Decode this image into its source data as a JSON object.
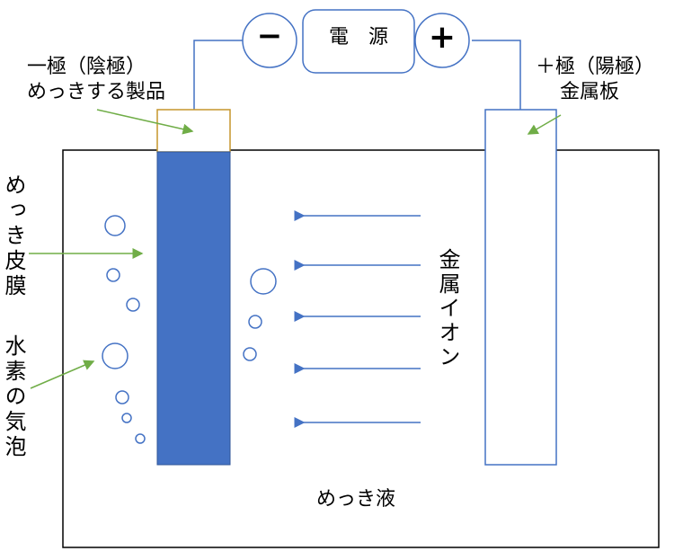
{
  "power_supply": {
    "minus_symbol": "−",
    "plus_symbol": "+",
    "label": "電　源"
  },
  "labels": {
    "cathode_line1": "一極（陰極）",
    "cathode_line2": "めっきする製品",
    "anode_line1": "＋極（陽極）",
    "anode_line2": "金属板",
    "coating": "めっき皮膜",
    "hydrogen": "水素の気泡",
    "metal_ion": "金属イオン",
    "solution": "めっき液"
  },
  "colors": {
    "wire": "#4472c4",
    "cathode_fill": "#4472c4",
    "cathode_top_border": "#c5962c",
    "pointer_arrow": "#70ad47",
    "ion_arrow": "#4472c4",
    "tank_border": "#000000",
    "bubble_border": "#4472c4"
  }
}
